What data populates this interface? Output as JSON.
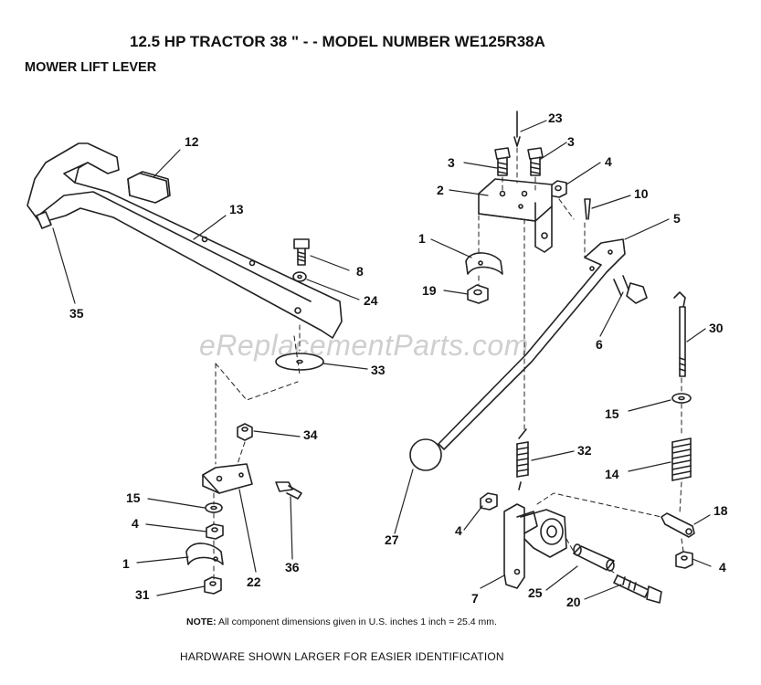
{
  "header": {
    "title": "12.5 HP TRACTOR  38 \" - - MODEL NUMBER WE125R38A",
    "subtitle": "MOWER LIFT LEVER"
  },
  "watermark": "eReplacementParts.com",
  "callouts": [
    "12",
    "13",
    "35",
    "8",
    "24",
    "33",
    "34",
    "15",
    "4",
    "1",
    "31",
    "22",
    "36",
    "23",
    "3",
    "3",
    "4",
    "2",
    "10",
    "5",
    "1",
    "19",
    "6",
    "30",
    "15",
    "14",
    "32",
    "18",
    "27",
    "4",
    "7",
    "25",
    "20",
    "4"
  ],
  "note": {
    "label": "NOTE:",
    "text": "All component dimensions given in U.S. inches 1 inch = 25.4 mm."
  },
  "footer": "HARDWARE SHOWN LARGER FOR EASIER IDENTIFICATION"
}
